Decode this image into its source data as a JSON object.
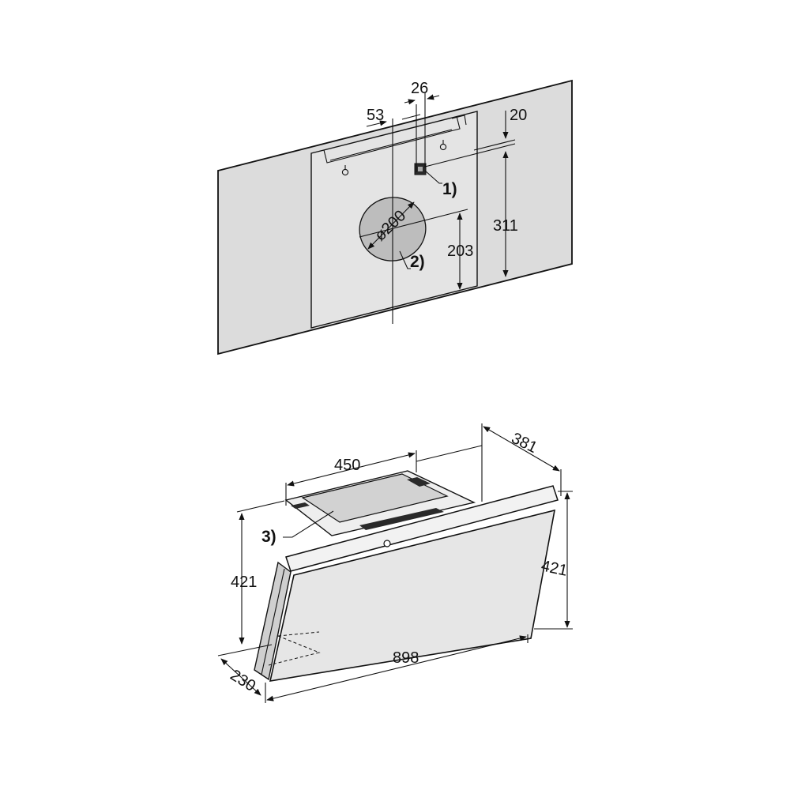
{
  "diagram": {
    "colors": {
      "line": "#111111",
      "wall": "#dcdcdc",
      "plate": "#e4e4e4",
      "duct": "#bdbdbd",
      "glass": "#e6e6e6",
      "dark": "#2a2a2a"
    },
    "wall_view": {
      "dims": {
        "d26": "26",
        "d53": "53",
        "d20": "20",
        "d311": "311",
        "d203": "203",
        "dia200": "ø200"
      },
      "callouts": {
        "c1": "1)",
        "c2": "2)"
      }
    },
    "hood_view": {
      "dims": {
        "d381": "381",
        "d450": "450",
        "d421_left": "421",
        "d421_right": "421",
        "d898": "898",
        "d230": "230"
      },
      "callouts": {
        "c3": "3)"
      }
    }
  }
}
